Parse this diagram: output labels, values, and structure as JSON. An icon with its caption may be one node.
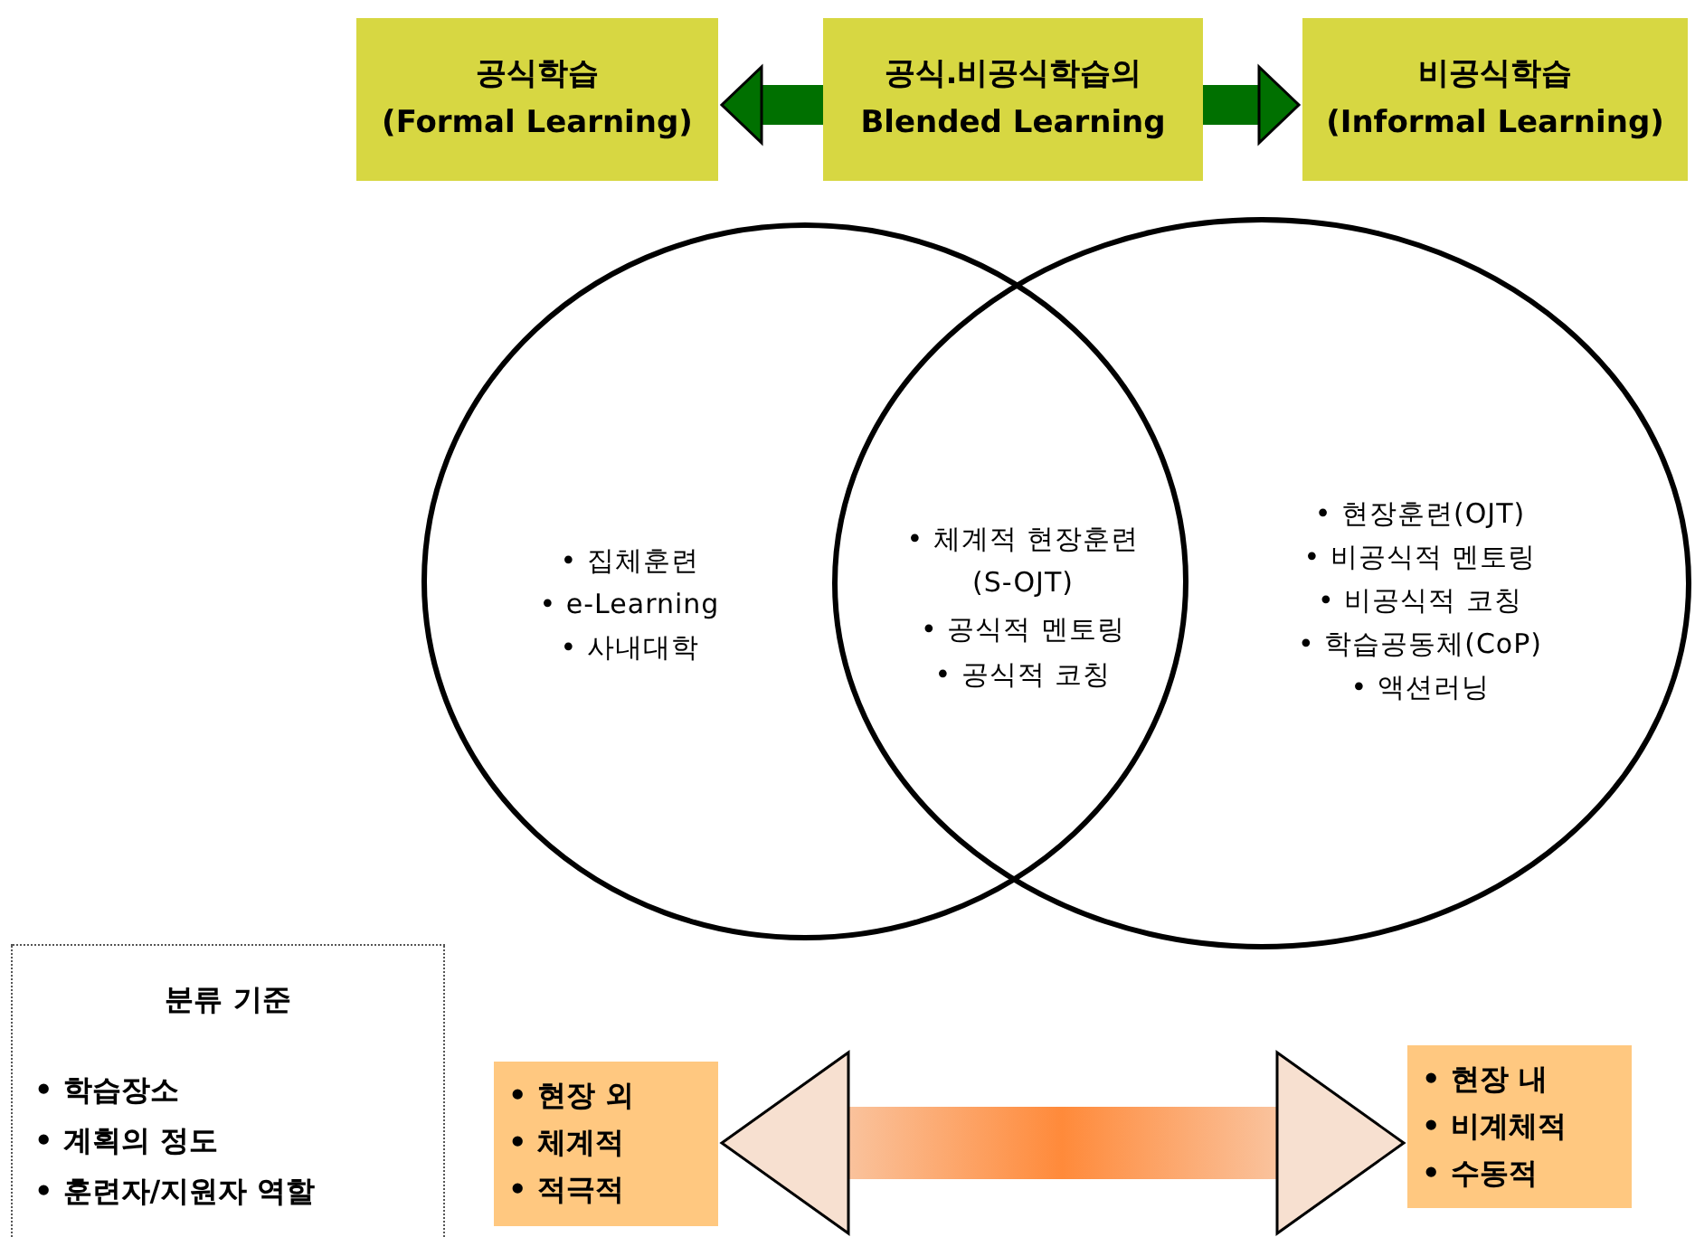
{
  "diagram": {
    "nodes": [
      {
        "text": [
          "공식학습 (Formal Learning)"
        ]
      },
      {
        "text": [
          "공식.비공식학습의 Blended Learning"
        ]
      },
      {
        "text": [
          "비공식학습 (Informal Learning)"
        ]
      },
      {
        "text": [
          "• 집체훈련",
          "• e-Learning",
          "• 사내대학"
        ]
      },
      {
        "text": [
          "• 현장훈련(OJT)",
          "• 비공식적 멘토링",
          "• 비공식적 코칭",
          "• 학습공동체(CoP)",
          "• 액션러닝"
        ]
      },
      {
        "text": [
          "분류 기준",
          "• 학습장소",
          "• 계획의 정도",
          "• 훈련자/지원자 역할"
        ]
      },
      {
        "text": [
          "• 현장 외",
          "• 체계적",
          "• 적극적"
        ]
      },
      {
        "text": [
          "• 현장 내",
          "• 비계체적",
          "• 수동적"
        ]
      }
    ],
    "edges": [
      {
        "from": 1,
        "to": 0,
        "arrow": "to",
        "color": "#007000"
      },
      {
        "from": 1,
        "to": 2,
        "arrow": "to",
        "color": "#007000"
      },
      {
        "from": 6,
        "to": 7,
        "arrow": "both",
        "style": "thick",
        "color": "#ff8a3a"
      }
    ],
    "labels": [
      "• 체계적 현장훈련 (S-OJT)",
      "• 공식적 멘토링",
      "• 공식적 코칭"
    ]
  }
}
